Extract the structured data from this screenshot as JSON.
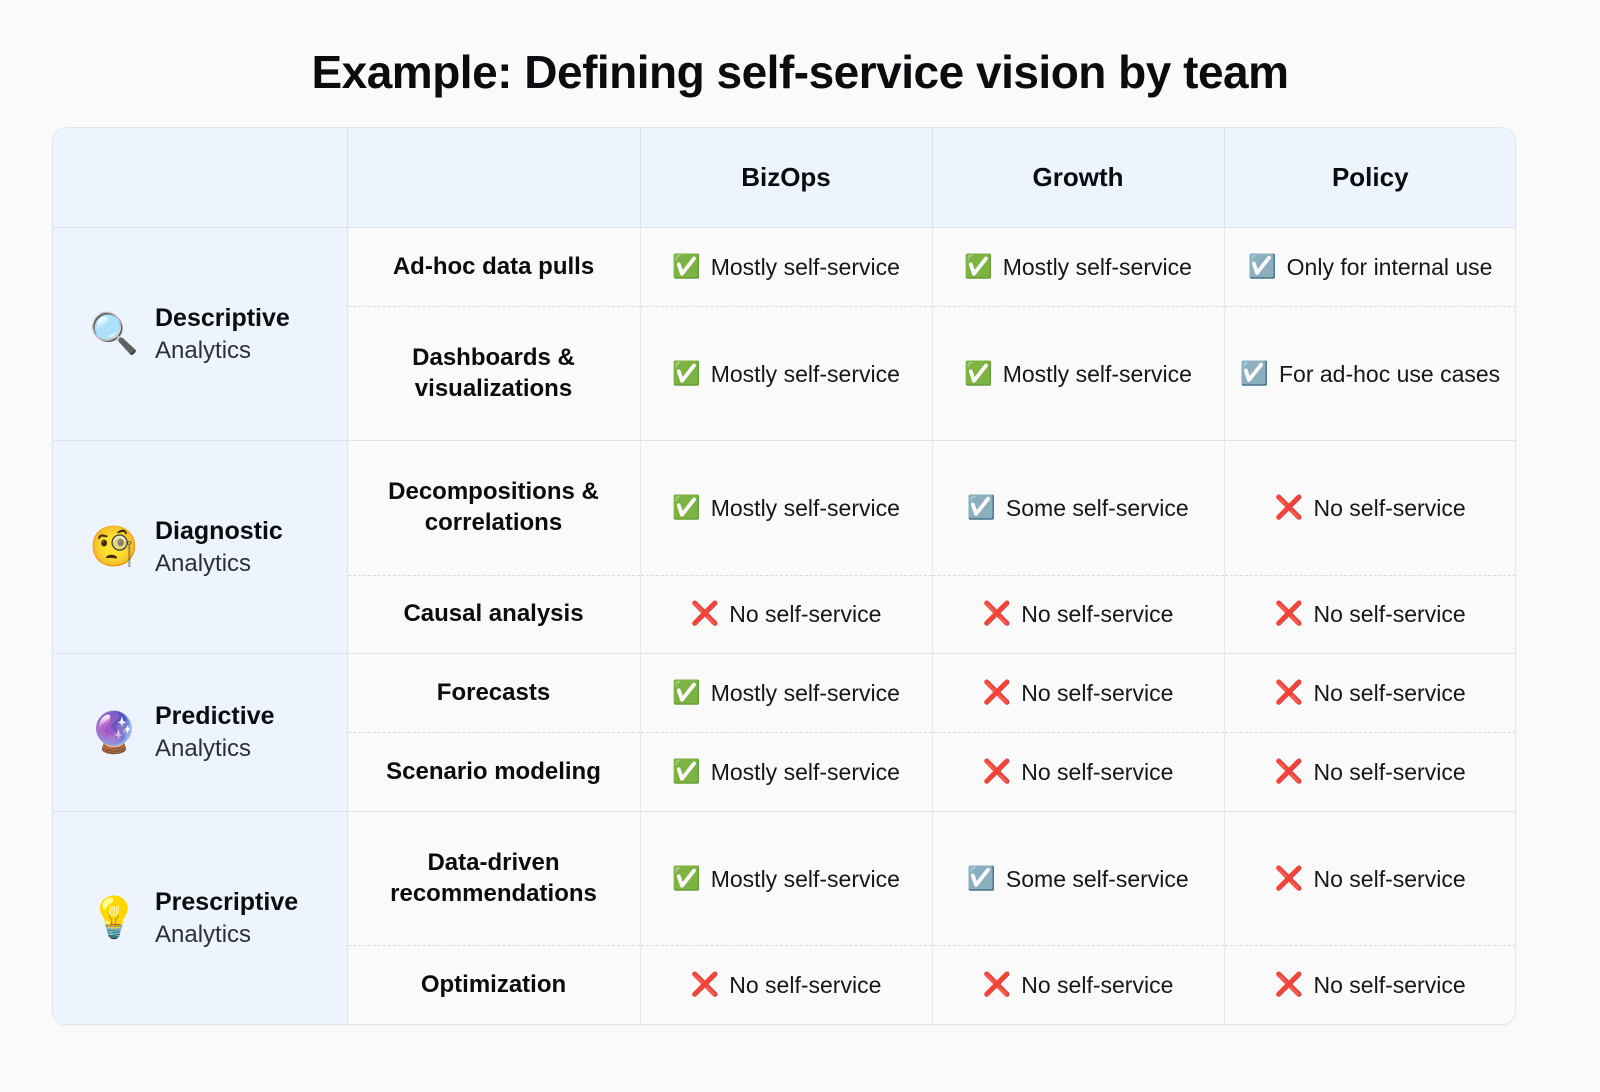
{
  "page": {
    "title": "Example: Defining self-service vision by team",
    "background_color": "#fafafb",
    "header_background_color": "#eef4fd",
    "body_background_color": "#fafafa"
  },
  "table": {
    "headers": {
      "category": "",
      "task": "",
      "teams": [
        "BizOps",
        "Growth",
        "Policy"
      ]
    },
    "groups": [
      {
        "emoji": "🔍",
        "emoji_name": "magnifying-glass-icon",
        "name": "Descriptive",
        "subtitle": "Analytics",
        "rows": [
          {
            "task": "Ad-hoc data pulls",
            "cells": [
              {
                "icon": "✅",
                "icon_name": "green-check-box-icon",
                "label": "Mostly self-service"
              },
              {
                "icon": "✅",
                "icon_name": "green-check-box-icon",
                "label": "Mostly self-service"
              },
              {
                "icon": "☑️",
                "icon_name": "gray-check-box-icon",
                "label": "Only for internal use"
              }
            ]
          },
          {
            "task": "Dashboards & visualizations",
            "cells": [
              {
                "icon": "✅",
                "icon_name": "green-check-box-icon",
                "label": "Mostly self-service"
              },
              {
                "icon": "✅",
                "icon_name": "green-check-box-icon",
                "label": "Mostly self-service"
              },
              {
                "icon": "☑️",
                "icon_name": "gray-check-box-icon",
                "label": "For ad-hoc use cases"
              }
            ]
          }
        ]
      },
      {
        "emoji": "🧐",
        "emoji_name": "monocle-face-icon",
        "name": "Diagnostic",
        "subtitle": "Analytics",
        "rows": [
          {
            "task": "Decompositions & correlations",
            "cells": [
              {
                "icon": "✅",
                "icon_name": "green-check-box-icon",
                "label": "Mostly self-service"
              },
              {
                "icon": "☑️",
                "icon_name": "gray-check-box-icon",
                "label": "Some self-service"
              },
              {
                "icon": "❌",
                "icon_name": "red-cross-mark-icon",
                "label": "No self-service"
              }
            ]
          },
          {
            "task": "Causal analysis",
            "cells": [
              {
                "icon": "❌",
                "icon_name": "red-cross-mark-icon",
                "label": "No self-service"
              },
              {
                "icon": "❌",
                "icon_name": "red-cross-mark-icon",
                "label": "No self-service"
              },
              {
                "icon": "❌",
                "icon_name": "red-cross-mark-icon",
                "label": "No self-service"
              }
            ]
          }
        ]
      },
      {
        "emoji": "🔮",
        "emoji_name": "crystal-ball-icon",
        "name": "Predictive",
        "subtitle": "Analytics",
        "rows": [
          {
            "task": "Forecasts",
            "cells": [
              {
                "icon": "✅",
                "icon_name": "green-check-box-icon",
                "label": "Mostly self-service"
              },
              {
                "icon": "❌",
                "icon_name": "red-cross-mark-icon",
                "label": "No self-service"
              },
              {
                "icon": "❌",
                "icon_name": "red-cross-mark-icon",
                "label": "No self-service"
              }
            ]
          },
          {
            "task": "Scenario modeling",
            "cells": [
              {
                "icon": "✅",
                "icon_name": "green-check-box-icon",
                "label": "Mostly self-service"
              },
              {
                "icon": "❌",
                "icon_name": "red-cross-mark-icon",
                "label": "No self-service"
              },
              {
                "icon": "❌",
                "icon_name": "red-cross-mark-icon",
                "label": "No self-service"
              }
            ]
          }
        ]
      },
      {
        "emoji": "💡",
        "emoji_name": "light-bulb-icon",
        "name": "Prescriptive",
        "subtitle": "Analytics",
        "rows": [
          {
            "task": "Data-driven recommendations",
            "cells": [
              {
                "icon": "✅",
                "icon_name": "green-check-box-icon",
                "label": "Mostly self-service"
              },
              {
                "icon": "☑️",
                "icon_name": "gray-check-box-icon",
                "label": "Some self-service"
              },
              {
                "icon": "❌",
                "icon_name": "red-cross-mark-icon",
                "label": "No self-service"
              }
            ]
          },
          {
            "task": "Optimization",
            "cells": [
              {
                "icon": "❌",
                "icon_name": "red-cross-mark-icon",
                "label": "No self-service"
              },
              {
                "icon": "❌",
                "icon_name": "red-cross-mark-icon",
                "label": "No self-service"
              },
              {
                "icon": "❌",
                "icon_name": "red-cross-mark-icon",
                "label": "No self-service"
              }
            ]
          }
        ]
      }
    ]
  }
}
